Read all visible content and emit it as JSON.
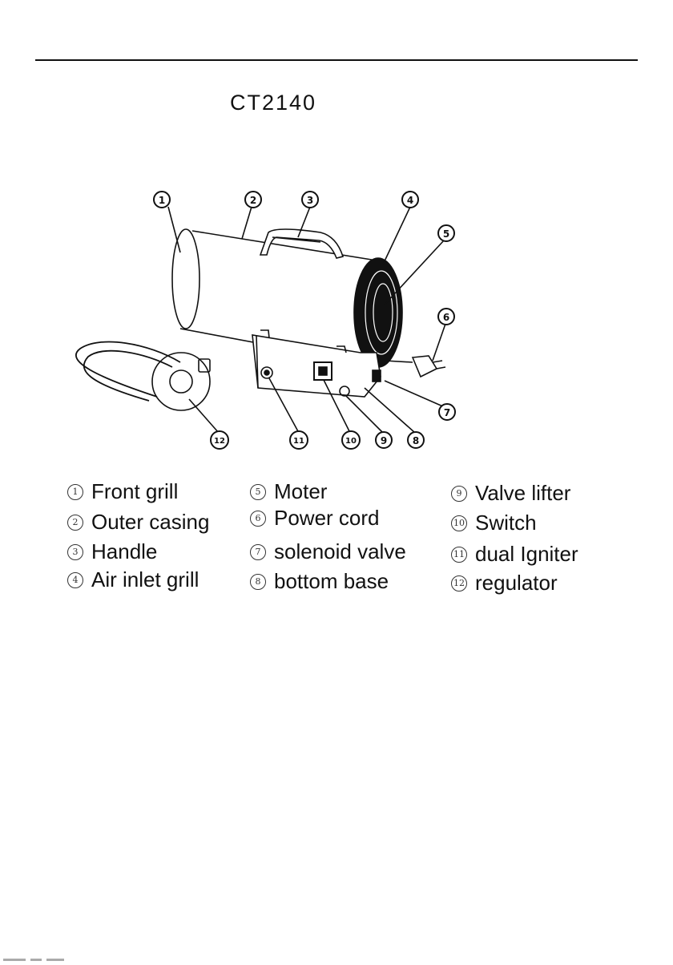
{
  "model": "CT2140",
  "diagram": {
    "callouts": [
      "1",
      "2",
      "3",
      "4",
      "5",
      "6",
      "7",
      "8",
      "9",
      "10",
      "11",
      "12"
    ]
  },
  "legend": [
    {
      "num": "1",
      "label": "Front grill"
    },
    {
      "num": "2",
      "label": "Outer casing"
    },
    {
      "num": "3",
      "label": "Handle"
    },
    {
      "num": "4",
      "label": "Air inlet grill"
    },
    {
      "num": "5",
      "label": "Moter"
    },
    {
      "num": "6",
      "label": "Power cord"
    },
    {
      "num": "7",
      "label": "solenoid valve"
    },
    {
      "num": "8",
      "label": "bottom base"
    },
    {
      "num": "9",
      "label": "Valve lifter"
    },
    {
      "num": "10",
      "label": "Switch"
    },
    {
      "num": "11",
      "label": "dual  Igniter"
    },
    {
      "num": "12",
      "label": "regulator"
    }
  ]
}
